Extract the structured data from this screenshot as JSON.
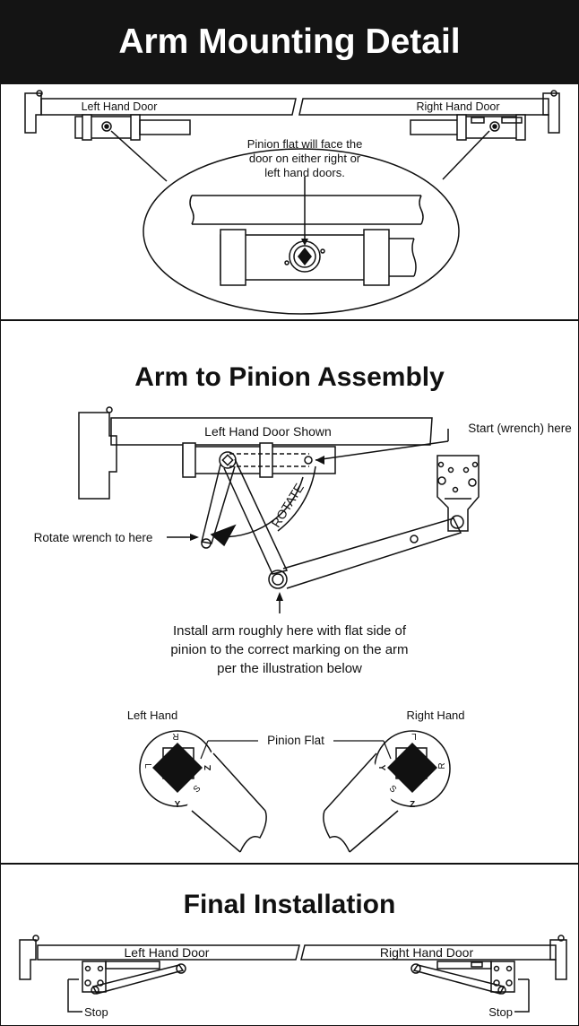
{
  "header": {
    "title": "Arm Mounting Detail"
  },
  "mounting": {
    "left_door_label": "Left Hand Door",
    "right_door_label": "Right Hand Door",
    "callout_note": "Pinion flat will face the door on either right or left hand doors."
  },
  "assembly": {
    "title": "Arm to Pinion Assembly",
    "door_label": "Left Hand Door Shown",
    "start_note": "Start (wrench) here",
    "rotate_note": "Rotate wrench to here",
    "rotate_word": "ROTATE",
    "install_note": "Install arm roughly here with flat side of pinion to the correct marking on the arm per the illustration below",
    "left_hand_label": "Left Hand",
    "right_hand_label": "Right Hand",
    "pinion_flat_label": "Pinion Flat",
    "left_markings": {
      "r": "R",
      "l": "L",
      "z": "Z",
      "y": "Y",
      "s": "S"
    },
    "right_markings": {
      "l": "L",
      "r": "R",
      "y": "Y",
      "z": "Z",
      "s": "S"
    }
  },
  "final": {
    "title": "Final Installation",
    "left_door_label": "Left Hand Door",
    "right_door_label": "Right Hand Door",
    "stop_left": "Stop",
    "stop_right": "Stop"
  }
}
